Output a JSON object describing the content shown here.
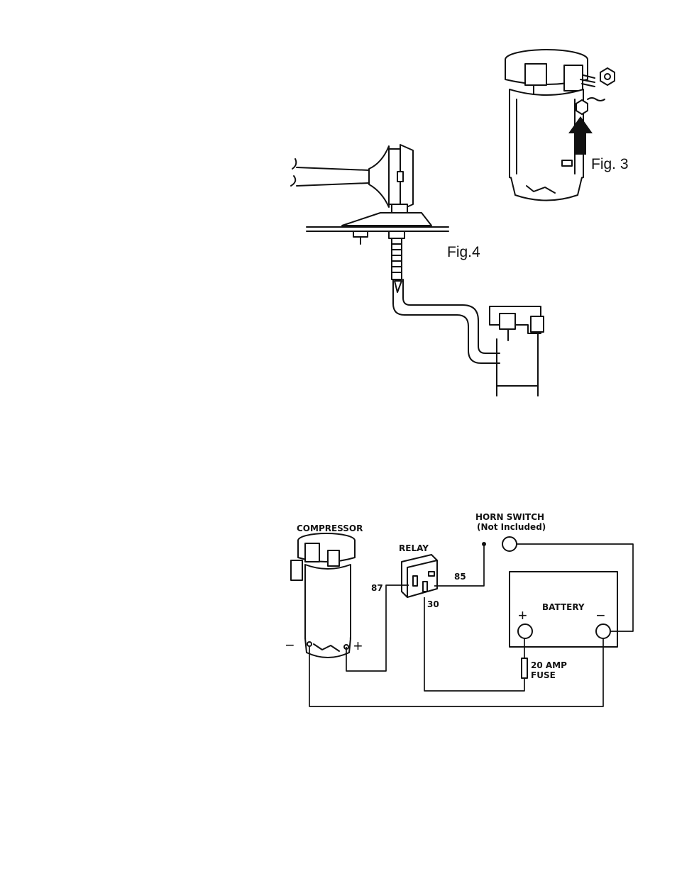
{
  "figures": {
    "fig3": {
      "caption": "Fig. 3",
      "icons": [
        "compressor-icon",
        "bolt-icon",
        "nut-icon",
        "arrow-up-icon"
      ]
    },
    "fig4": {
      "caption": "Fig.4",
      "icons": [
        "horn-trumpet-icon",
        "mount-bracket-icon",
        "air-hose-icon",
        "compressor-icon"
      ]
    }
  },
  "wiring": {
    "compressor": {
      "label": "COMPRESSOR",
      "minus": "−",
      "plus": "+"
    },
    "relay": {
      "label": "RELAY",
      "pin87": "87",
      "pin85": "85",
      "pin30": "30"
    },
    "horn_switch": {
      "label": "HORN SWITCH",
      "note": "(Not Included)"
    },
    "battery": {
      "label": "BATTERY",
      "plus": "+",
      "minus": "−"
    },
    "fuse": {
      "line1": "20 AMP",
      "line2": "FUSE"
    }
  },
  "colors": {
    "ink": "#111111",
    "background": "#ffffff"
  }
}
